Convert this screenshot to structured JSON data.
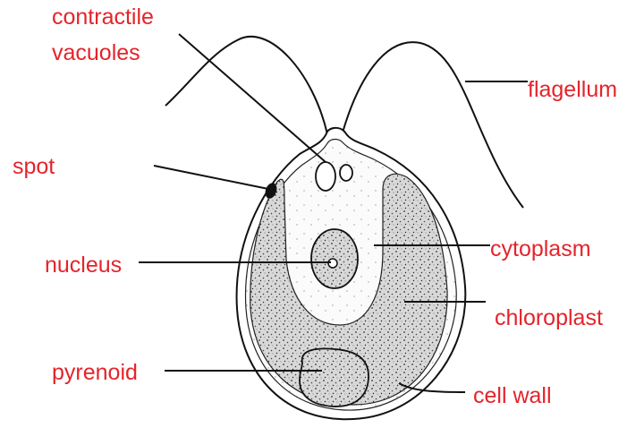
{
  "labels": {
    "contractile_1": "contractile",
    "contractile_2": "vacuoles",
    "flagellum": "flagellum",
    "eyespot": "spot",
    "nucleus": "nucleus",
    "cytoplasm": "cytoplasm",
    "chloroplast": "chloroplast",
    "pyrenoid": "pyrenoid",
    "cell_wall": "cell wall"
  },
  "colors": {
    "label": "#e3242b",
    "line": "#111111",
    "cytoplasm_fill": "#f7f7f7",
    "chloroplast_fill": "#d6d6d6"
  }
}
